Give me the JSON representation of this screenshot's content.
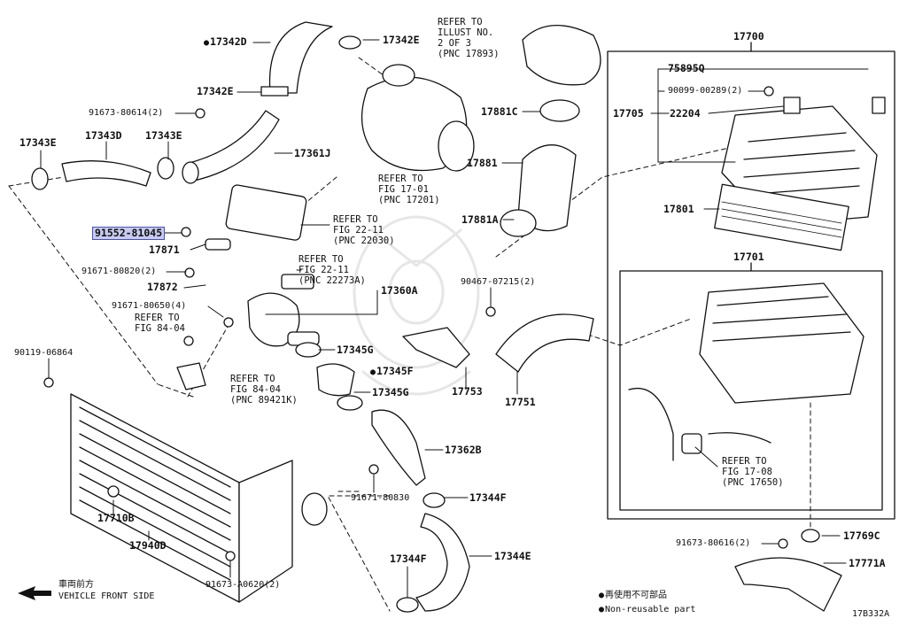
{
  "labels": {
    "p17342D": "17342D",
    "p17342E_top": "17342E",
    "p17342E_mid": "17342E",
    "p91673_80614": "91673-80614(2)",
    "p17343E_left": "17343E",
    "p17343D": "17343D",
    "p17343E_mid": "17343E",
    "p17361J": "17361J",
    "p91552_81045": "91552-81045",
    "p17871": "17871",
    "p91671_80820": "91671-80820(2)",
    "p17872": "17872",
    "p91671_80650": "91671-80650(4)",
    "p17360A": "17360A",
    "p17345G_top": "17345G",
    "p17345F": "17345F",
    "p17345G_bot": "17345G",
    "p17753": "17753",
    "p17751": "17751",
    "p90467_07215": "90467-07215(2)",
    "p17881C": "17881C",
    "p17881": "17881",
    "p17881A": "17881A",
    "p90119_06864": "90119-06864",
    "p17710B": "17710B",
    "p17940D": "17940D",
    "p91673_A0620": "91673-A0620(2)",
    "p17362B": "17362B",
    "p91671_80830": "91671-80830",
    "p17344F_top": "17344F",
    "p17344F_bot": "17344F",
    "p17344E": "17344E",
    "p17700": "17700",
    "p75895Q": "75895Q",
    "p90099_00289": "90099-00289(2)",
    "p17705": "17705",
    "p22204": "22204",
    "p17801": "17801",
    "p17701": "17701",
    "p91673_80616": "91673-80616(2)",
    "p17769C": "17769C",
    "p17771A": "17771A"
  },
  "refs": {
    "illust": "REFER TO\nILLUST NO.\n2 OF 3\n(PNC 17893)",
    "fig1701": "REFER TO\nFIG 17-01\n(PNC 17201)",
    "fig2211a": "REFER TO\nFIG 22-11\n(PNC 22030)",
    "fig2211b": "REFER TO\nFIG 22-11\n(PNC 22273A)",
    "fig8404a": "REFER TO\nFIG 84-04",
    "fig8404b": "REFER TO\nFIG 84-04\n(PNC 89421K)",
    "fig1708": "REFER TO\nFIG 17-08\n(PNC 17650)"
  },
  "legend": {
    "jp_note": "再使用不可部品",
    "en_note": "Non-reusable part"
  },
  "direction": {
    "jp": "車両前方",
    "en": "VEHICLE FRONT SIDE"
  },
  "figure_code": "17B332A",
  "highlight_color": "#c8cbee"
}
